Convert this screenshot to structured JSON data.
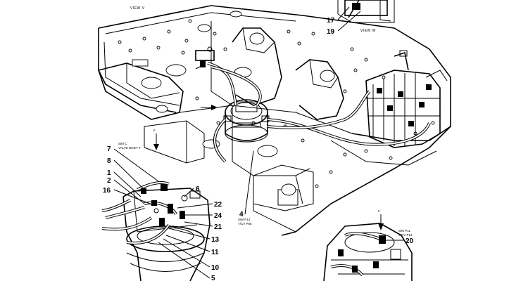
{
  "captions": {
    "view_v": "VIEW V",
    "view_w": "VIEW W",
    "note_c": "S/M C",
    "note_c2": "VALVE BODY T",
    "note_p12_a": "S/M P12",
    "note_p12_a2": "T/CV P66",
    "note_p12_b": "S/M P11",
    "note_p12_b2": "T/CV P12",
    "view_mark_1": "II",
    "view_mark_2": "II"
  },
  "callouts": [
    {
      "id": "17",
      "label": "17"
    },
    {
      "id": "19",
      "label": "19"
    },
    {
      "id": "7",
      "label": "7"
    },
    {
      "id": "8",
      "label": "8"
    },
    {
      "id": "1",
      "label": "1"
    },
    {
      "id": "2",
      "label": "2"
    },
    {
      "id": "16",
      "label": "16"
    },
    {
      "id": "6",
      "label": "6"
    },
    {
      "id": "22",
      "label": "22"
    },
    {
      "id": "24",
      "label": "24"
    },
    {
      "id": "21",
      "label": "21"
    },
    {
      "id": "13",
      "label": "13"
    },
    {
      "id": "11",
      "label": "11"
    },
    {
      "id": "10",
      "label": "10"
    },
    {
      "id": "5",
      "label": "5"
    },
    {
      "id": "4",
      "label": "4"
    },
    {
      "id": "20",
      "label": "20"
    }
  ]
}
